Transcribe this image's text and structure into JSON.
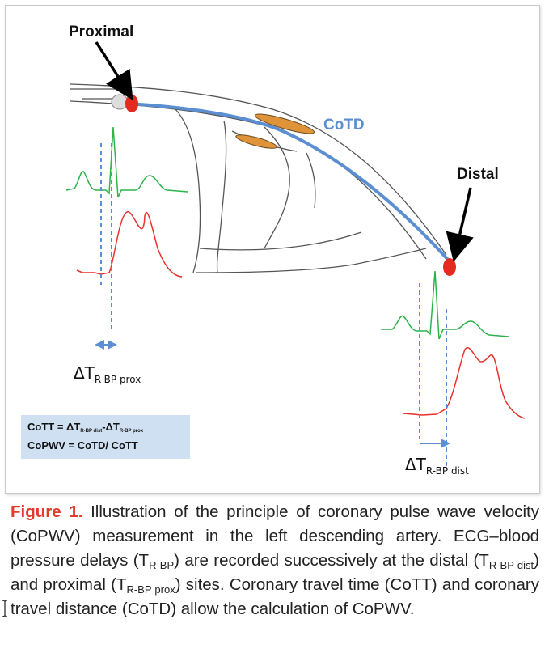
{
  "figure": {
    "label_proximal": "Proximal",
    "label_distal": "Distal",
    "label_cotd": "CoTD",
    "delta_prox_main": "ΔT",
    "delta_prox_sub": "R-BP prox",
    "delta_dist_main": "ΔT",
    "delta_dist_sub": "R-BP dist",
    "formula": {
      "line1_a": "CoTT = ΔT",
      "line1_sub1": "R-BP dist",
      "line1_b": "-ΔT",
      "line1_sub2": "R-BP prox",
      "line2": "CoPWV = CoTD/ CoTT"
    },
    "colors": {
      "ecg": "#2db34a",
      "pressure": "#e8322d",
      "catheter": "#5b8fd1",
      "marker": "#e22a1f",
      "plaque": "#e0943a",
      "vessel": "#555555"
    }
  },
  "caption": {
    "label": "Figure 1.",
    "t1": " Illustration of the principle of coronary pulse wave velocity (CoPWV) measurement in the left descending artery. ECG–blood pressure delays (T",
    "s1": "R-BP",
    "t2": ") are recorded successively at the distal (T",
    "s2": "R-BP dist",
    "t3": ") and proximal (T",
    "s3": "R-BP prox",
    "t4": ") sites. Coronary travel time (CoTT) and coronary travel distance (CoTD) allow the calculation of CoPWV."
  }
}
